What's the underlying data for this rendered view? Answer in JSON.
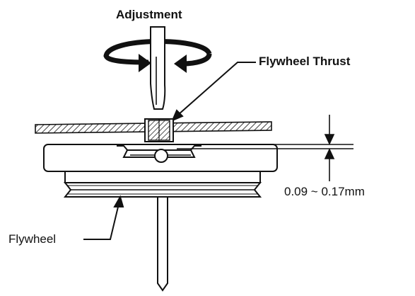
{
  "labels": {
    "adjustment": "Adjustment",
    "flywheel_thrust": "Flywheel Thrust",
    "clearance": "0.09 ~ 0.17mm",
    "flywheel": "Flywheel"
  },
  "colors": {
    "ink": "#111111",
    "paper": "#ffffff"
  }
}
